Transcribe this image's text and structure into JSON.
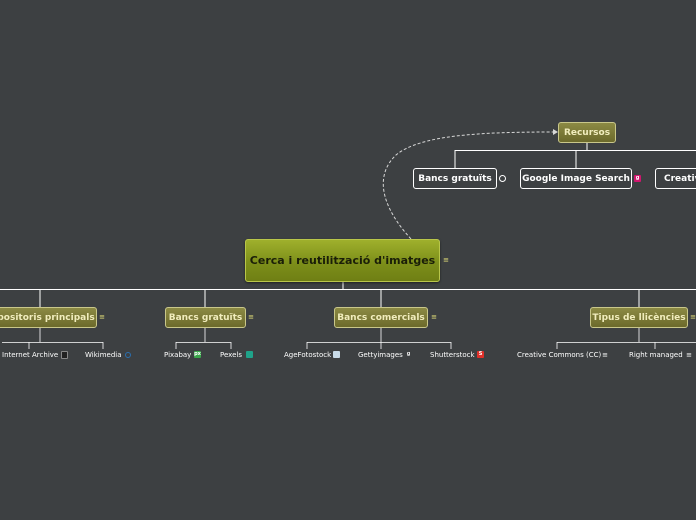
{
  "central": {
    "title": "Cerca i reutilització d'imatges"
  },
  "recursos": {
    "label": "Recursos",
    "children": [
      "Bancs  gratuïts",
      "Google Image Search",
      "Creativ"
    ]
  },
  "branches": [
    {
      "label": "Repositoris principals",
      "children": [
        "Internet Archive",
        "Wikimedia"
      ]
    },
    {
      "label": "Bancs gratuïts",
      "children": [
        "Pixabay",
        "Pexels"
      ]
    },
    {
      "label": "Bancs comercials",
      "children": [
        "AgeFotostock",
        "Gettyimages",
        "Shutterstock"
      ]
    },
    {
      "label": "Tipus de llicències",
      "children": [
        "Creative Commons (CC)",
        "Right managed"
      ]
    }
  ],
  "icons": {
    "note": "≡",
    "pixabay": "px",
    "gettyimages": "g",
    "shutterstock": "S",
    "google": "g"
  },
  "colors": {
    "background": "#3d4042",
    "central": "#8a9b22",
    "main_topic": "#7b7936",
    "link": "#ffffff"
  }
}
